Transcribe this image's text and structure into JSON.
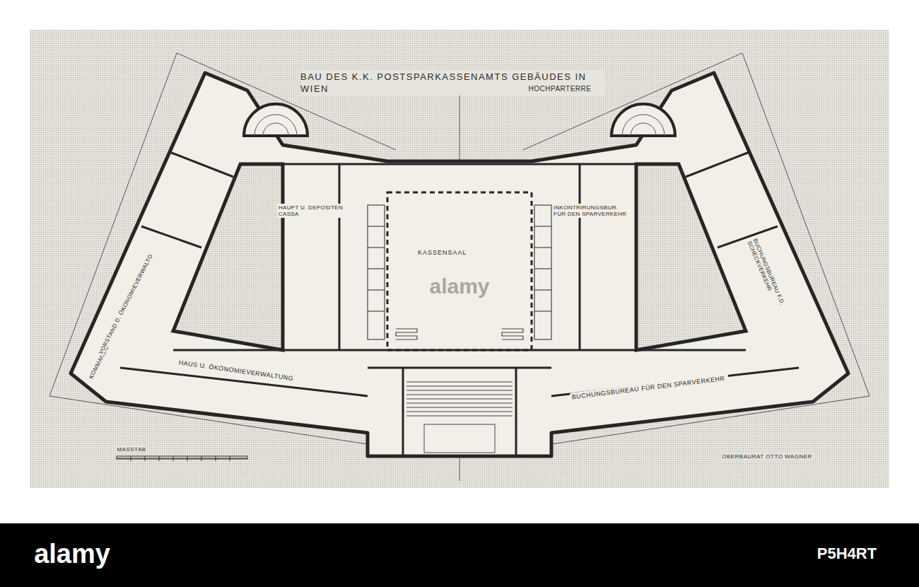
{
  "diagram": {
    "title": "BAU DES K.K. POSTSPARKASSENAMTS GEBÄUDES IN WIEN",
    "nodes": [
      {
        "text": [
          "HAUPT U. DEPOSITEN CASSA"
        ]
      },
      {
        "text": [
          "KASSENSAAL"
        ]
      },
      {
        "text": [
          "INKONTRIRUNGSBUR. FÜR DEN SPARVERKEHR"
        ]
      },
      {
        "text": [
          "HAUS U. ÖKONOMIEVERWALTUNG"
        ]
      },
      {
        "text": [
          "BUCHUNGSBUREAU FÜR DEN SPARVERKEHR"
        ]
      },
      {
        "text": [
          "BUCHUNGSBUREAU F.D. SCHECKVERKEHR"
        ]
      }
    ],
    "labels": [
      "HOCHPARTERRE",
      "KOMMANDO",
      "VORSTAND D. ÖKONOMIEVERWALTG",
      "MASSTAB",
      "OBERBAURAT OTTO WAGNER",
      "alamy",
      "alamy",
      "P5H4RT"
    ]
  }
}
